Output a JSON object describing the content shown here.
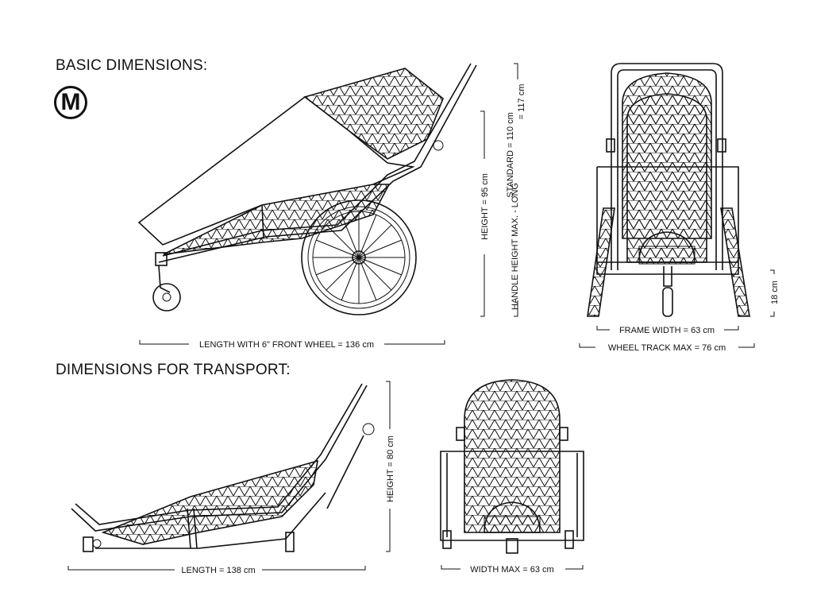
{
  "headings": {
    "basic": "BASIC DIMENSIONS:",
    "transport": "DIMENSIONS FOR TRANSPORT:"
  },
  "size_badge": "M",
  "dimensions": {
    "length_front_wheel": "LENGTH WITH  6\" FRONT WHEEL = 136 cm",
    "height": "HEIGHT = 95 cm",
    "handle_height_line1": "HANDLE HEIGHT MAX. - LONG",
    "handle_height_standard": "STANDARD = 110 cm",
    "handle_height_long": "= 117 cm",
    "frame_width": "FRAME WIDTH = 63 cm",
    "wheel_track": "WHEEL TRACK MAX = 76 cm",
    "front_wheel_height": "18 cm",
    "transport_length": "LENGTH = 138 cm",
    "transport_height": "HEIGHT = 80 cm",
    "transport_width": "WIDTH MAX = 63 cm"
  }
}
